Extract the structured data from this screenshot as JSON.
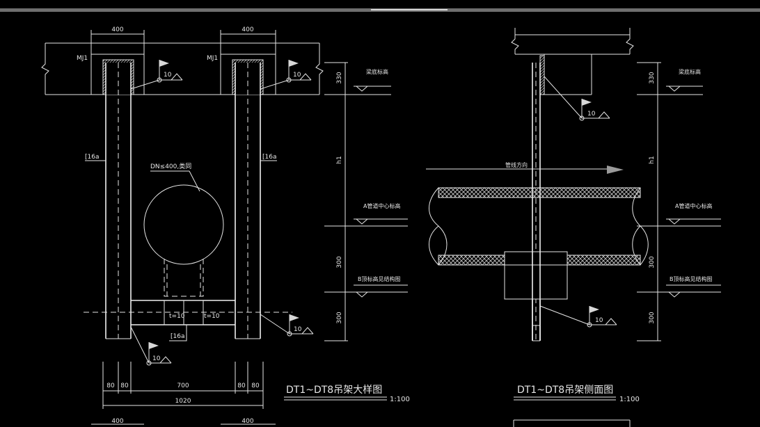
{
  "colors": {
    "background": "#000000",
    "line": "#e6e6e6",
    "hatch": "#cccccc",
    "arrow": "#9a9a9a"
  },
  "left_view": {
    "dim_top_left": "400",
    "dim_top_right": "400",
    "mj1_left": "MJ1",
    "mj1_right": "MJ1",
    "weld_size_1": "10",
    "weld_size_2": "10",
    "weld_size_3": "10",
    "weld_size_4": "10",
    "channel_left": "[16a",
    "channel_right": "[16a",
    "channel_bottom": "[16a",
    "pipe_label": "DN≤400,类同",
    "plate_left": "t=10",
    "plate_right": "t=10",
    "dim_bottom": [
      "80",
      "80",
      "700",
      "80",
      "80"
    ],
    "dim_total": "1020",
    "title": "DT1~DT8吊架大样图",
    "scale": "1:100",
    "dim_next_left": "400",
    "dim_next_right": "400"
  },
  "right_view": {
    "weld_size_1": "10",
    "weld_size_2": "10",
    "flow_label": "管线方向",
    "title": "DT1~DT8吊架侧面图",
    "scale": "1:100"
  },
  "elevations_left": {
    "beam_bottom": "梁底标高",
    "pipe_center": "A管道中心标高",
    "b_top": "B顶标高见结构图",
    "d330": "330",
    "h1": "h1",
    "d300a": "300",
    "d300b": "300"
  },
  "elevations_right": {
    "beam_bottom": "梁底标高",
    "pipe_center": "A管道中心标高",
    "b_top": "B顶标高见结构图",
    "d330": "330",
    "h1": "h1",
    "d300a": "300",
    "d300b": "300"
  }
}
